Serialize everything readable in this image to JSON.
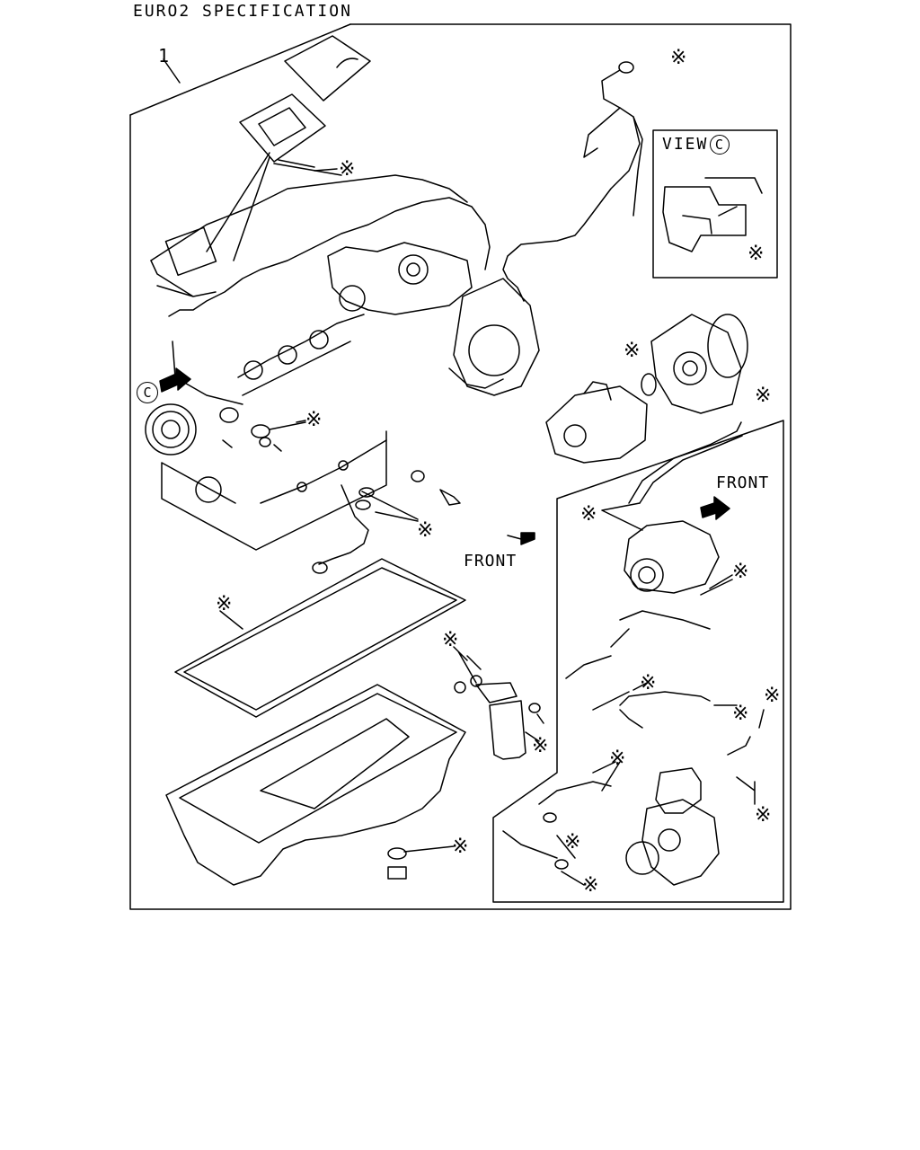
{
  "header": {
    "title": "EURO2 SPECIFICATION"
  },
  "diagram": {
    "ref_number": "1",
    "view_label": "VIEW",
    "view_marker": "C",
    "front_label_1": "FRONT",
    "front_label_2": "FRONT",
    "callout_symbol": "※"
  }
}
